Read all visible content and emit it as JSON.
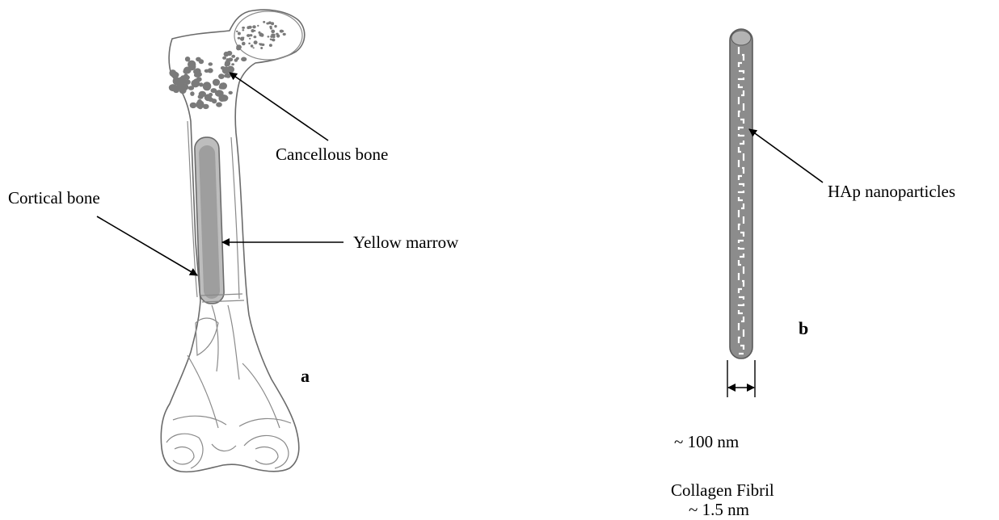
{
  "panel_a": {
    "label": "a",
    "callouts": {
      "cancellous": "Cancellous bone",
      "cortical": "Cortical bone",
      "marrow": "Yellow marrow"
    }
  },
  "panel_b": {
    "label": "b",
    "callouts": {
      "hap": "HAp nanoparticles"
    },
    "dimension": "~ 100 nm",
    "caption_line1": "Collagen Fibril",
    "caption_line2": "~ 1.5 nm"
  },
  "colors": {
    "bone_outline": "#6b6b6b",
    "marrow_fill": "#a9a9a9",
    "trabeculae_fill": "#7a7a7a",
    "fibril_fill": "#8c8c8c",
    "nanoparticles": "#ffffff"
  }
}
